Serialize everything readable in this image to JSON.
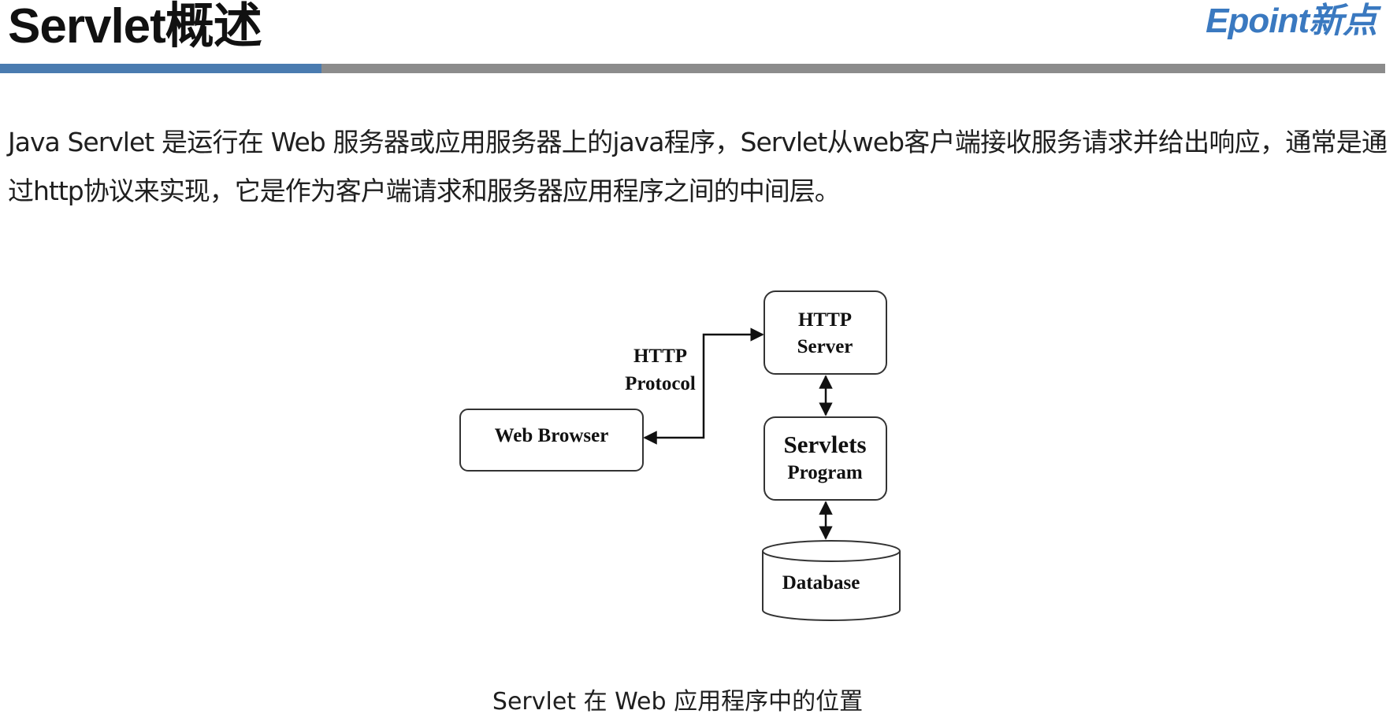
{
  "header": {
    "title": "Servlet概述",
    "logo_text": "Epoint新点",
    "accent_color": "#4a7bb0",
    "rule_color": "#8c8c8c"
  },
  "intro": {
    "text": "Java Servlet 是运行在 Web 服务器或应用服务器上的java程序，Servlet从web客户端接收服务请求并给出响应，通常是通过http协议来实现，它是作为客户端请求和服务器应用程序之间的中间层。"
  },
  "diagram": {
    "http_server": {
      "line1": "HTTP",
      "line2": "Server"
    },
    "servlets": {
      "line1": "Servlets",
      "line2": "Program"
    },
    "database": {
      "label": "Database"
    },
    "web_browser": {
      "label": "Web Browser"
    },
    "protocol": {
      "line1": "HTTP",
      "line2": "Protocol"
    }
  },
  "caption": {
    "text": "Servlet 在 Web 应用程序中的位置"
  }
}
